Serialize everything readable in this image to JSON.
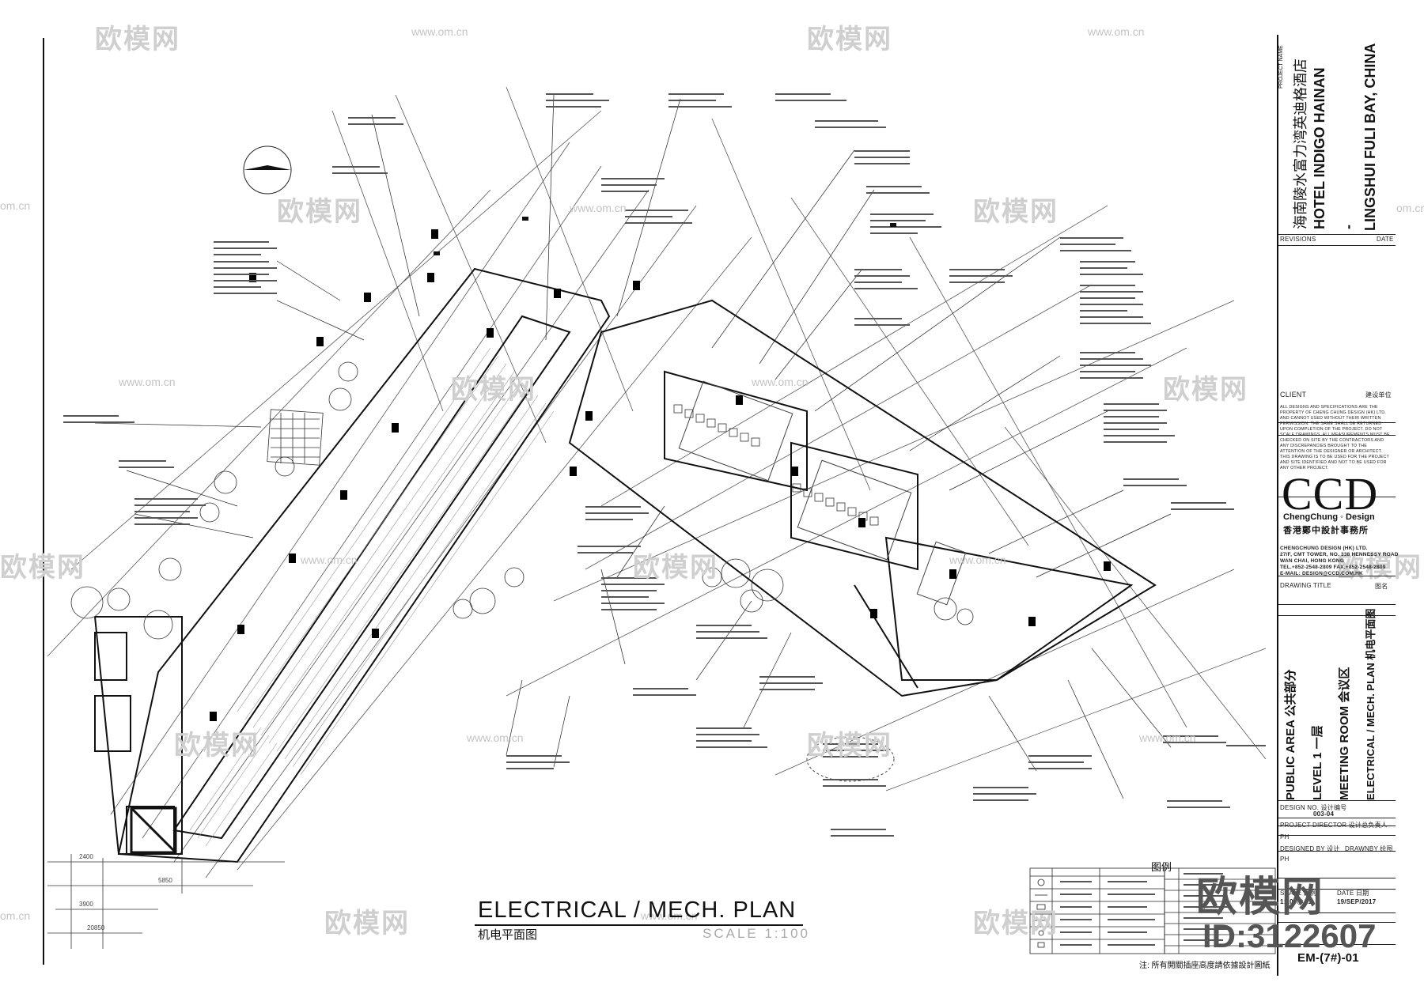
{
  "watermark": {
    "brand": "欧模网",
    "url": "www.om.cn",
    "side_url": "om.cn",
    "large_brand": "欧模网",
    "id_text": "ID:3122607"
  },
  "drawing": {
    "title": "ELECTRICAL / MECH. PLAN",
    "title_cn": "机电平面图",
    "scale": "SCALE 1:100",
    "legend_title": "图例",
    "legend_note": "注: 所有開關插座高度請依據設計圖紙"
  },
  "title_block": {
    "project_name_label": "PROJECT NAME",
    "project_name_cn": "海南陵水富力湾英迪格酒店",
    "project_name_en_1": "HOTEL INDIGO HAINAN",
    "project_name_dash": "-",
    "project_name_en_2": "LINGSHUI FULI BAY, CHINA",
    "revisions_label": "REVISIONS",
    "date_label": "DATE",
    "client_label": "CLIENT",
    "client_cn": "建设单位",
    "disclaimer": "ALL DESIGNS AND SPECIFICATIONS ARE THE PROPERTY OF CHENG CHUNG DESIGN (HK) LTD. AND CANNOT USED WITHOUT THEIR WRITTEN PERMISSION. THE SAME SHALL BE RETURNED UPON COMPLETION OF THE PROJECT. DO NOT SCALE DRAWINGS. ALL MEASUREMENTS MUST BE CHECKED ON SITE BY THE CONTRACTORS AND ANY DISCREPANCIES BROUGHT TO THE ATTENTION OF THE DESIGNER OR ARCHITECT. THIS DRAWING IS TO BE USED FOR THE PROJECT AND SITE IDENTIFIED AND NOT TO BE USED FOR ANY OTHER PROJECT.",
    "logo": "CCD",
    "logo_sub": "ChengChung ◦ Design",
    "logo_cn": "香港鄭中設計事務所",
    "company_1": "CHENGCHUNG DESIGN (HK) LTD.",
    "company_2": "27/F, CMT TOWER, NO. 338 HENNESSY ROAD",
    "company_3": "WAN CHAI, HONG KONG",
    "company_4": "TEL.+852-2548-2809  FAX.+852-2548-2809",
    "company_5": "E-MAIL: DESIGN@CCD.COM.HK",
    "drawing_title_label": "DRAWING TITLE",
    "drawing_title_cn_label": "图名",
    "dt_line1": "PUBLIC AREA   公共部分",
    "dt_line2": "LEVEL 1   一层",
    "dt_line3": "MEETING ROOM   会议区",
    "dt_line4": "ELECTRICAL / MECH. PLAN  机电平面图",
    "design_no_label": "DESIGN NO. 设计编号",
    "design_no": "003-04",
    "project_director_label": "PROJECT DIRECTOR  设计总负责人",
    "pd_value": "PH",
    "designed_by_label": "DESIGNED BY 设计",
    "drawn_by_label": "DRAWNBY 绘图",
    "designed_value": "PH",
    "scale_label": "SCALE  比例",
    "date2_label": "DATE  日期",
    "scale_value": "1:100@A1",
    "date_value": "19/SEP/2017",
    "sheet_no": "EM-(7#)-01"
  }
}
